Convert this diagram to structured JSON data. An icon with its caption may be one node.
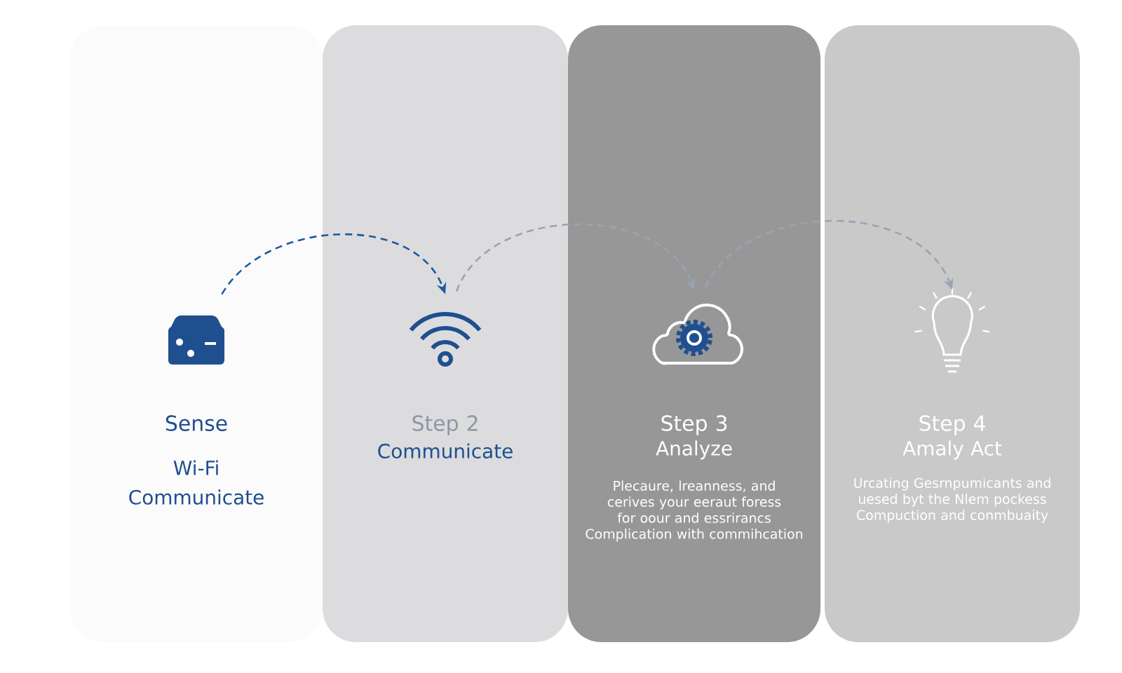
{
  "diagram": {
    "nodes": [
      {
        "text": [
          "Sense",
          "Wi-Fi Communicate"
        ]
      },
      {
        "text": [],
        "shape": "device",
        "in": 0
      },
      {
        "text": [
          "Step 2",
          "Communicate"
        ]
      },
      {
        "text": [],
        "shape": "wifi",
        "in": 2
      },
      {
        "text": [
          "Step 3",
          "Analyze",
          "Plecaure, lreanness, and cerives your eeraut foress for oour and essrirancs Complication with commihcation"
        ]
      },
      {
        "text": [],
        "shape": "cloud",
        "in": 4
      },
      {
        "text": [
          "Step 4",
          "Amaly Act",
          "Urcating Gesrnpumicants and uesed byt the Nlem pockess Compuction and conmbuaity"
        ]
      },
      {
        "text": [],
        "shape": "lightbulb",
        "in": 6
      }
    ],
    "edges": [
      {
        "from": 1,
        "to": 3,
        "arrow": "to",
        "style": "dashed",
        "color": "#1f5aa0"
      },
      {
        "from": 3,
        "to": 5,
        "arrow": "to",
        "style": "dashed",
        "color": "#9aa3b3"
      },
      {
        "from": 5,
        "to": 7,
        "arrow": "to",
        "style": "dashed",
        "color": "#9aa3b3"
      }
    ]
  }
}
